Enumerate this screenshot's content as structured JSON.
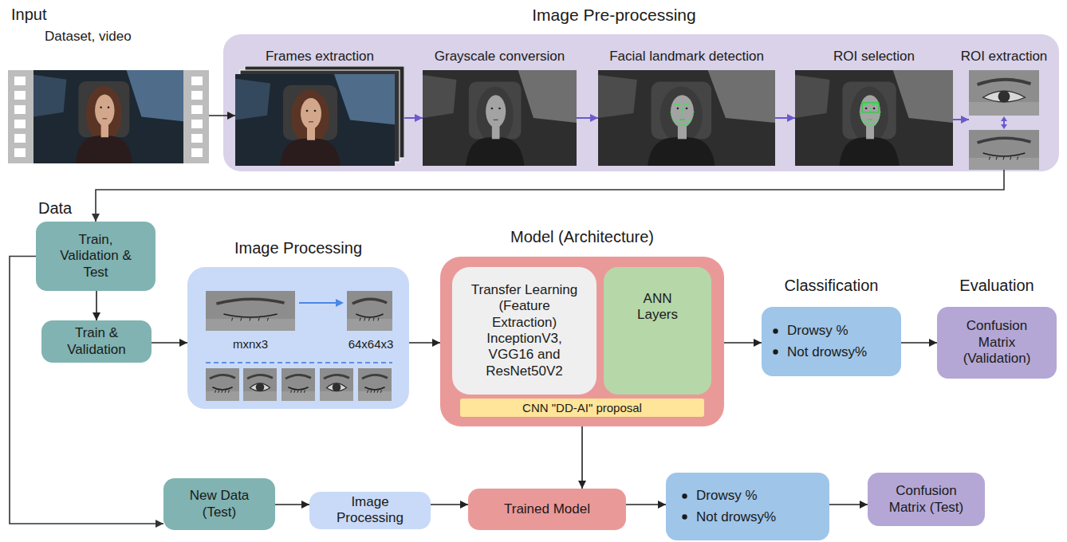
{
  "diagram": {
    "nodes": [
      {
        "text": [
          "Input",
          "Dataset, video"
        ]
      },
      {
        "text": [
          "Image Pre-processing"
        ]
      },
      {
        "text": [
          "Frames extraction"
        ],
        "in": 1
      },
      {
        "text": [
          "Grayscale conversion"
        ],
        "in": 1
      },
      {
        "text": [
          "Facial landmark detection"
        ],
        "in": 1
      },
      {
        "text": [
          "ROI selection"
        ],
        "in": 1
      },
      {
        "text": [
          "ROI extraction"
        ],
        "in": 1
      },
      {
        "text": [
          "Data",
          "Train, Validation & Test"
        ]
      },
      {
        "text": [
          "Train & Validation"
        ]
      },
      {
        "text": [
          "Image Processing",
          "mxnx3",
          "64x64x3"
        ]
      },
      {
        "text": [
          "Model (Architecture)"
        ]
      },
      {
        "text": [
          "Transfer Learning (Feature Extraction) InceptionV3, VGG16 and ResNet50V2"
        ],
        "in": 10
      },
      {
        "text": [
          "ANN Layers"
        ],
        "in": 10
      },
      {
        "text": [
          "CNN \"DD-AI\" proposal"
        ],
        "in": 10
      },
      {
        "text": [
          "Classification",
          "Drowsy %",
          "Not drowsy%"
        ]
      },
      {
        "text": [
          "Evaluation",
          "Confusion Matrix (Validation)"
        ]
      },
      {
        "text": [
          "New Data (Test)"
        ]
      },
      {
        "text": [
          "Image Processing"
        ]
      },
      {
        "text": [
          "Trained Model"
        ]
      },
      {
        "text": [
          "Drowsy %",
          "Not drowsy%"
        ]
      },
      {
        "text": [
          "Confusion Matrix (Test)"
        ]
      }
    ],
    "edges": [
      {
        "from": 0,
        "to": 2,
        "arrow": "to"
      },
      {
        "from": 2,
        "to": 3,
        "arrow": "to"
      },
      {
        "from": 3,
        "to": 4,
        "arrow": "to"
      },
      {
        "from": 4,
        "to": 5,
        "arrow": "to"
      },
      {
        "from": 5,
        "to": 6,
        "arrow": "to"
      },
      {
        "from": 6,
        "to": 7,
        "arrow": "to"
      },
      {
        "from": 7,
        "to": 8,
        "arrow": "to"
      },
      {
        "from": 8,
        "to": 9,
        "arrow": "to"
      },
      {
        "from": 9,
        "to": 10,
        "arrow": "to"
      },
      {
        "from": 10,
        "to": 14,
        "arrow": "to"
      },
      {
        "from": 14,
        "to": 15,
        "arrow": "to"
      },
      {
        "from": 10,
        "to": 18,
        "arrow": "to"
      },
      {
        "from": 7,
        "to": 16,
        "arrow": "to"
      },
      {
        "from": 16,
        "to": 17,
        "arrow": "to"
      },
      {
        "from": 17,
        "to": 18,
        "arrow": "to"
      },
      {
        "from": 18,
        "to": 19,
        "arrow": "to"
      },
      {
        "from": 19,
        "to": 20,
        "arrow": "to"
      }
    ]
  }
}
